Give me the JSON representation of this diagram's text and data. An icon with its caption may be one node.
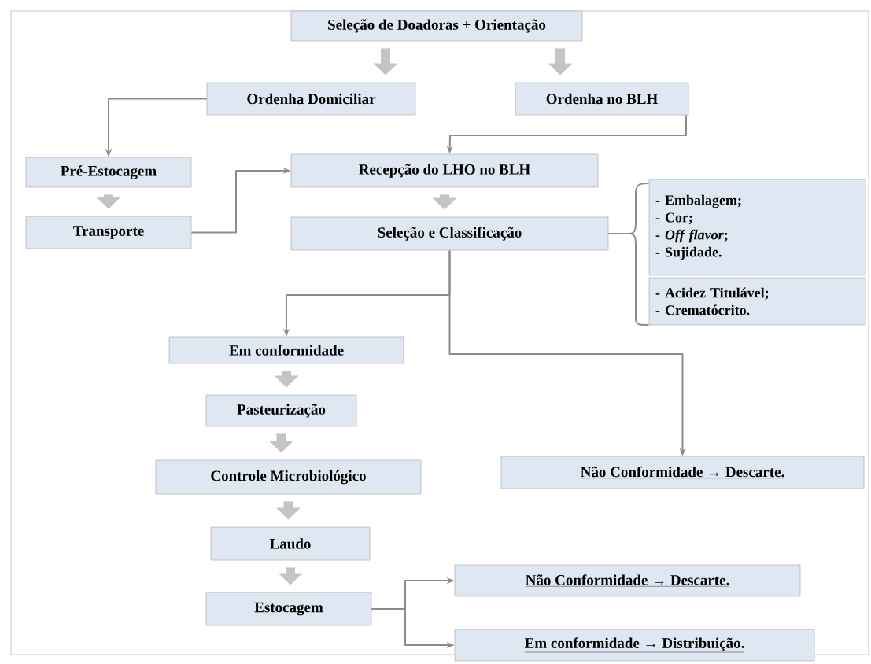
{
  "diagram": {
    "nodes": [
      {
        "text": [
          "Seleção de Doadoras + Orientação"
        ]
      },
      {
        "text": [
          "Ordenha Domiciliar"
        ]
      },
      {
        "text": [
          "Ordenha no BLH"
        ]
      },
      {
        "text": [
          "Pré-Estocagem"
        ]
      },
      {
        "text": [
          "Recepção do LHO no BLH"
        ]
      },
      {
        "text": [
          "Transporte"
        ]
      },
      {
        "text": [
          "Seleção e Classificação"
        ]
      },
      {
        "text": [
          "- Embalagem;",
          "- Cor;",
          "- *Off flavor*;",
          "- Sujidade."
        ]
      },
      {
        "text": [
          "- Acidez Titulável;",
          "- Crematócrito."
        ]
      },
      {
        "text": [
          "Em conformidade"
        ]
      },
      {
        "text": [
          "Pasteurização"
        ]
      },
      {
        "text": [
          "Controle Microbiológico"
        ]
      },
      {
        "text": [
          "Laudo"
        ]
      },
      {
        "text": [
          "Estocagem"
        ]
      },
      {
        "text": [
          "Não Conformidade → Descarte."
        ]
      },
      {
        "text": [
          "Não Conformidade → Descarte."
        ]
      },
      {
        "text": [
          "Em conformidade → Distribuição."
        ]
      }
    ],
    "edges": [
      {
        "from": 0,
        "to": 1,
        "arrow": "to",
        "style": "thick"
      },
      {
        "from": 0,
        "to": 2,
        "arrow": "to",
        "style": "thick"
      },
      {
        "from": 1,
        "to": 3,
        "arrow": "to"
      },
      {
        "from": 2,
        "to": 4,
        "arrow": "to"
      },
      {
        "from": 3,
        "to": 5,
        "arrow": "to",
        "style": "thick"
      },
      {
        "from": 5,
        "to": 4,
        "arrow": "to"
      },
      {
        "from": 4,
        "to": 6,
        "arrow": "to",
        "style": "thick"
      },
      {
        "from": 6,
        "to": 7,
        "arrow": "none"
      },
      {
        "from": 6,
        "to": 8,
        "arrow": "none"
      },
      {
        "from": 6,
        "to": 9,
        "arrow": "to"
      },
      {
        "from": 6,
        "to": 14,
        "arrow": "to"
      },
      {
        "from": 9,
        "to": 10,
        "arrow": "to",
        "style": "thick"
      },
      {
        "from": 10,
        "to": 11,
        "arrow": "to",
        "style": "thick"
      },
      {
        "from": 11,
        "to": 12,
        "arrow": "to",
        "style": "thick"
      },
      {
        "from": 12,
        "to": 13,
        "arrow": "to",
        "style": "thick"
      },
      {
        "from": 13,
        "to": 15,
        "arrow": "to"
      },
      {
        "from": 13,
        "to": 16,
        "arrow": "to"
      }
    ]
  }
}
